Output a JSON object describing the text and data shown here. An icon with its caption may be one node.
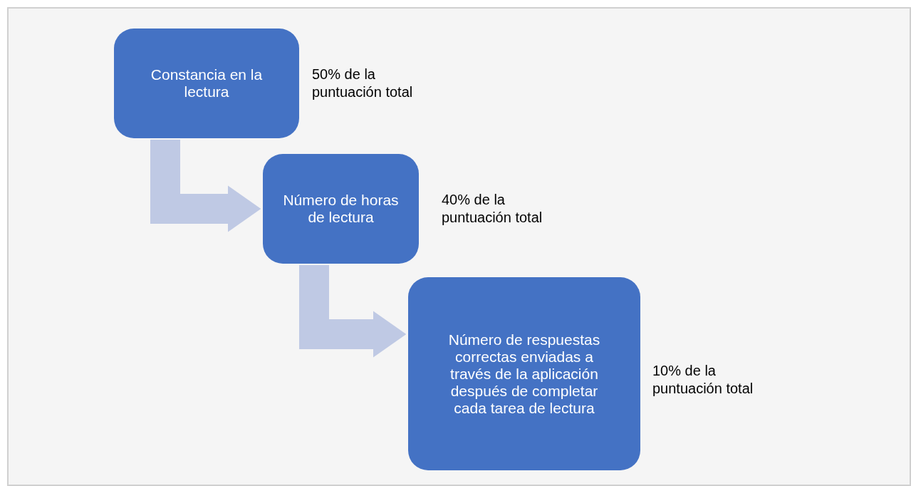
{
  "diagram": {
    "nodes": [
      {
        "text": [
          "Constancia en la lectura"
        ],
        "beside": [
          "50% de la puntuación total"
        ]
      },
      {
        "text": [
          "Número de horas de lectura"
        ],
        "beside": [
          "40% de la puntuación total"
        ]
      },
      {
        "text": [
          "Número de respuestas correctas enviadas a través de la aplicación después de completar cada tarea de lectura"
        ],
        "beside": [
          "10% de la puntuación total"
        ]
      }
    ],
    "edges": [
      {
        "from": 0,
        "to": 1,
        "arrow": "to",
        "color": "#bfc9e4"
      },
      {
        "from": 1,
        "to": 2,
        "arrow": "to",
        "color": "#bfc9e4"
      }
    ]
  }
}
